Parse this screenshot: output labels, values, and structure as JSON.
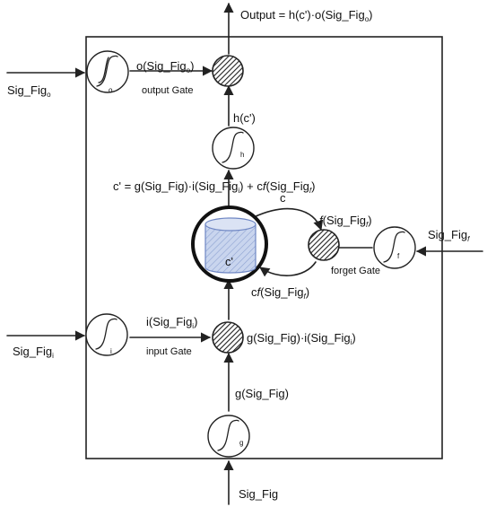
{
  "labels": {
    "output_eq": "Output = h(c')·o(Sig_Fig",
    "output_eq_sub": "o",
    "output_eq_tail": ")",
    "o_term": "o(Sig_Fig",
    "o_term_sub": "o",
    "o_term_tail": ")",
    "output_gate": "output Gate",
    "sig_fig_o": "Sig_Fig",
    "sig_fig_o_sub": "o",
    "h_of_c": "h(c')",
    "cell_eq": "c' = g(Sig_Fig)·i(Sig_Fig",
    "cell_eq_sub_i": "i",
    "cell_eq_mid": ") + c",
    "cell_eq_f": "f",
    "cell_eq_paren": "(Sig_Fig",
    "cell_eq_sub_f": "f",
    "cell_eq_tail": ")",
    "c_label": "c",
    "f_term_f": "f",
    "f_term": "(Sig_Fig",
    "f_term_sub": "f",
    "f_term_tail": ")",
    "forget_gate": "forget Gate",
    "sig_fig_f": "Sig_Fig",
    "sig_fig_f_sub": "f",
    "cell_label": "c'",
    "cf_c": "c",
    "cf_f": "f",
    "cf_term": "(Sig_Fig",
    "cf_term_sub": "f",
    "cf_term_tail": ")",
    "i_term": "i(Sig_Fig",
    "i_term_sub": "i",
    "i_term_tail": ")",
    "input_gate": "input Gate",
    "sig_fig_i": "Sig_Fig",
    "sig_fig_i_sub": "i",
    "gi_term": "g(Sig_Fig)·i(Sig_Fig",
    "gi_term_sub": "i",
    "gi_term_tail": ")",
    "g_term": "g(Sig_Fig)",
    "sig_fig_input": "Sig_Fig"
  },
  "nodes": {
    "o": "o",
    "h": "h",
    "i": "i",
    "g": "g",
    "f": "f"
  },
  "colors": {
    "stroke": "#222222",
    "cell_fill": "#b7c6e6",
    "cell_stroke": "#6f87c4"
  }
}
